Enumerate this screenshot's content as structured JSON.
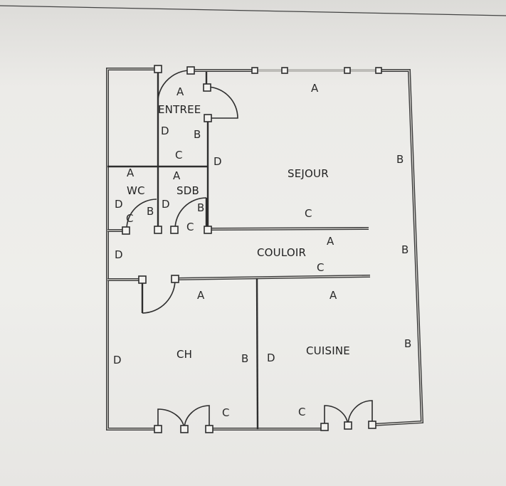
{
  "rooms": {
    "entree": "ENTREE",
    "sejour": "SEJOUR",
    "wc": "WC",
    "sdb": "SDB",
    "couloir": "COULOIR",
    "ch": "CH",
    "cuisine": "CUISINE"
  },
  "wall_labels": {
    "entree_A": "A",
    "entree_D": "D",
    "entree_B": "B",
    "entree_C": "C",
    "sejour_top_A": "A",
    "sejour_D": "D",
    "sejour_right_B": "B",
    "sejour_C": "C",
    "wc_A": "A",
    "wc_D": "D",
    "wc_B": "B",
    "wc_C": "C",
    "sdb_A": "A",
    "sdb_D": "D",
    "sdb_B": "B",
    "sdb_C": "C",
    "couloir_A": "A",
    "couloir_B": "B",
    "couloir_C": "C",
    "couloir_D": "D",
    "ch_A": "A",
    "ch_D": "D",
    "ch_B": "B",
    "ch_C": "C",
    "cuisine_A": "A",
    "cuisine_D": "D",
    "cuisine_B": "B",
    "cuisine_C": "C"
  },
  "colors": {
    "paper": "#eeeeeb",
    "ink": "#2d2d2d"
  }
}
